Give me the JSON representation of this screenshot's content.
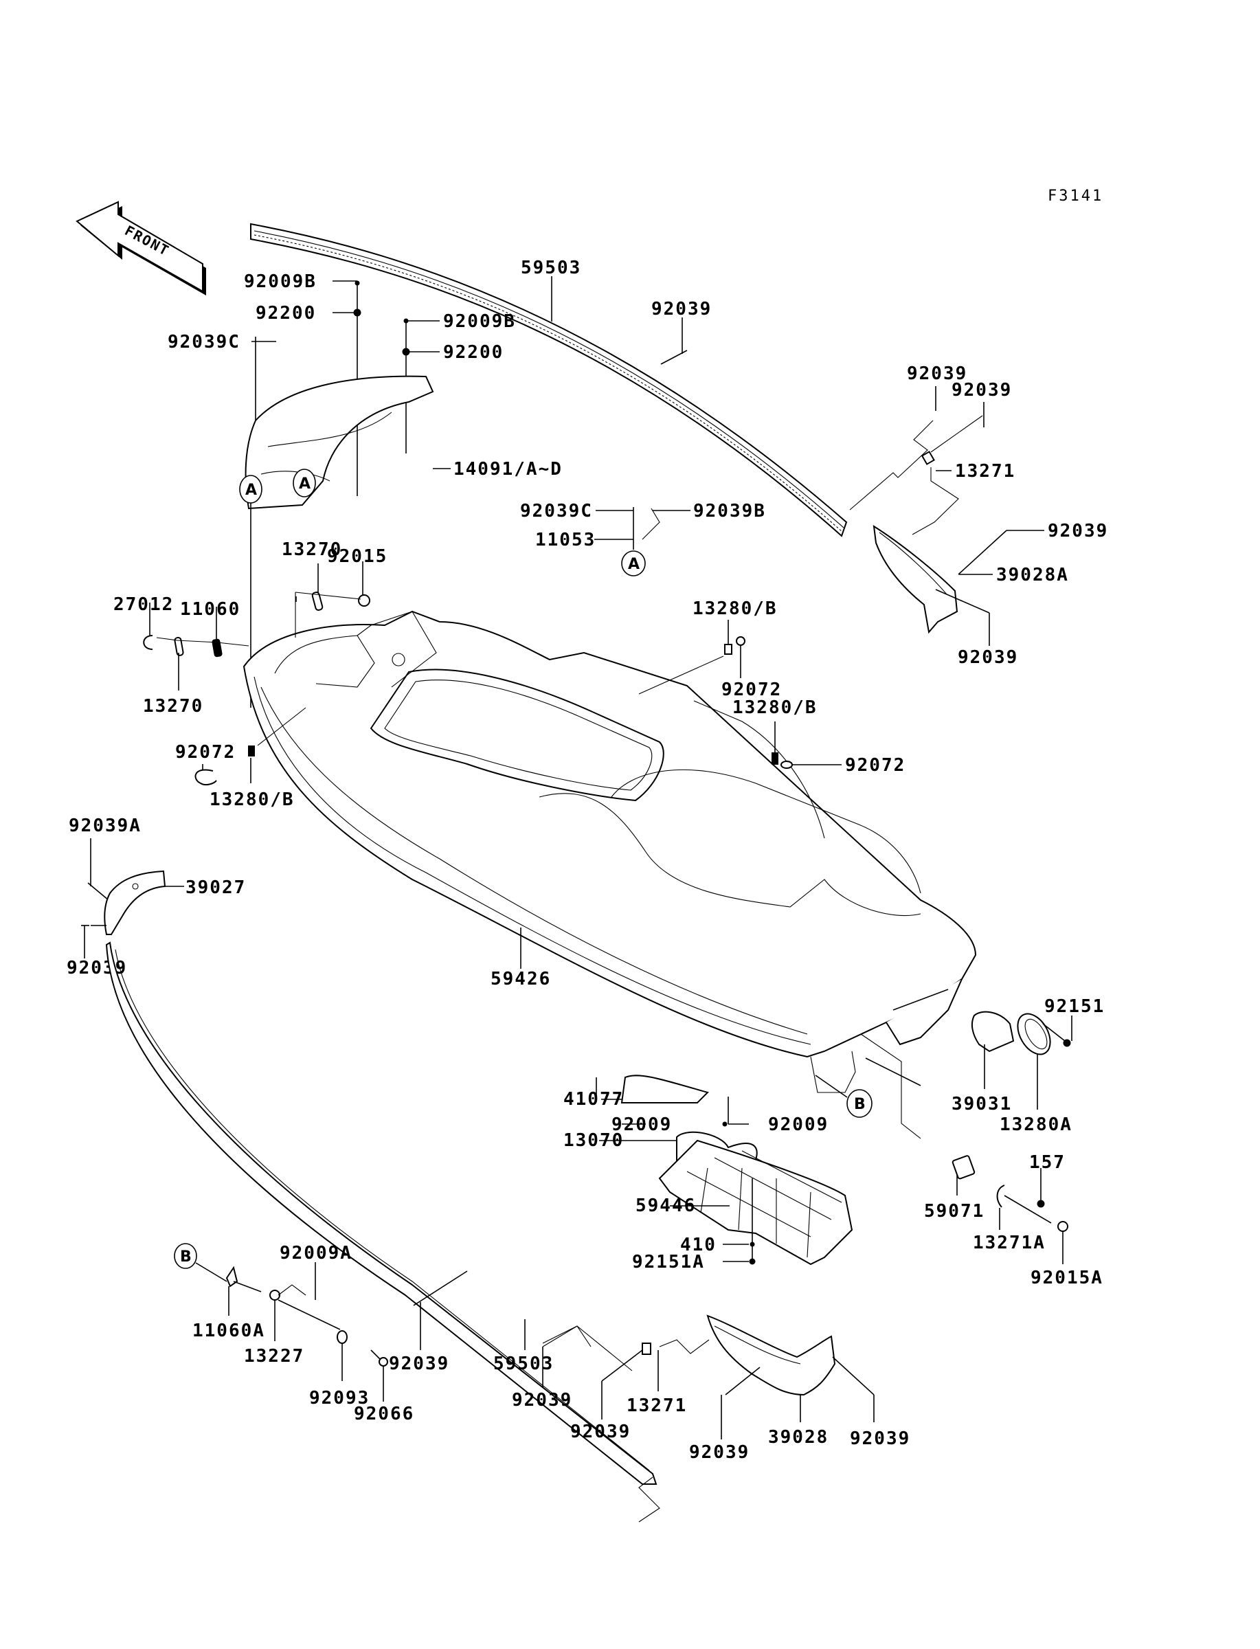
{
  "diagram": {
    "code": "F3141",
    "front_label": "FRONT",
    "ref_markers": {
      "a": "A",
      "b": "B"
    },
    "labels": {
      "p59503_top": "59503",
      "p92039_rail": "92039",
      "p92009B_r": "92009B",
      "p92200_r": "92200",
      "p92009B_l": "92009B",
      "p92200_l": "92200",
      "p92039C_l": "92039C",
      "p14091": "14091/A~D",
      "p92039C_m": "92039C",
      "p92039B_m": "92039B",
      "p11053": "11053",
      "p92039_tr1": "92039",
      "p92039_tr2": "92039",
      "p13271_top": "13271",
      "p92039_tr3": "92039",
      "p39028A": "39028A",
      "p92039_tr4": "92039",
      "p13270_top": "13270",
      "p92015": "92015",
      "p27012": "27012",
      "p11060": "11060",
      "p13270_l": "13270",
      "p13280B_1": "13280/B",
      "p92072_1": "92072",
      "p13280B_2": "13280/B",
      "p92072_2": "92072",
      "p92072_l": "92072",
      "p13280B_l": "13280/B",
      "p92039A": "92039A",
      "p39027": "39027",
      "p92039_l": "92039",
      "p59426": "59426",
      "p92151": "92151",
      "p39031": "39031",
      "p13280A": "13280A",
      "p41077": "41077",
      "p92009_l": "92009",
      "p92009_r": "92009",
      "p13070": "13070",
      "p157": "157",
      "p59446": "59446",
      "p59071": "59071",
      "p13271A": "13271A",
      "p92015A": "92015A",
      "p410": "410",
      "p92151A": "92151A",
      "p92009A": "92009A",
      "p92039_b1": "92039",
      "p59503_bot": "59503",
      "p11060A": "11060A",
      "p13227": "13227",
      "p92093": "92093",
      "p92066": "92066",
      "p92039_b2": "92039",
      "p13271_bot": "13271",
      "p92039_b3": "92039",
      "p92039_b4": "92039",
      "p39028": "39028",
      "p92039_b5": "92039"
    }
  }
}
